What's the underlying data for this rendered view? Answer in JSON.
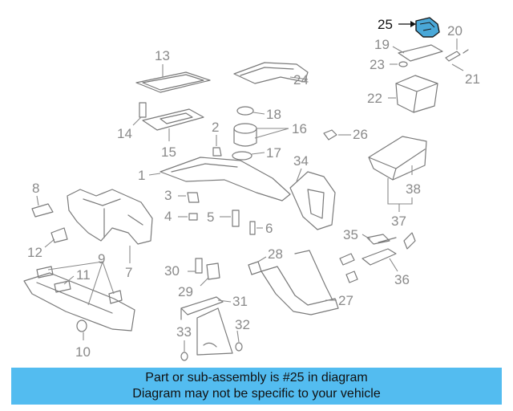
{
  "diagram": {
    "highlight_color": "#53bcf0",
    "part_highlight_color": "#4aa8d8",
    "callouts": {
      "c1": "1",
      "c2": "2",
      "c3": "3",
      "c4": "4",
      "c5": "5",
      "c6": "6",
      "c7": "7",
      "c8": "8",
      "c9": "9",
      "c10": "10",
      "c11": "11",
      "c12": "12",
      "c13": "13",
      "c14": "14",
      "c15": "15",
      "c16": "16",
      "c17": "17",
      "c18": "18",
      "c19": "19",
      "c20": "20",
      "c21": "21",
      "c22": "22",
      "c23": "23",
      "c24": "24",
      "c25": "25",
      "c26": "26",
      "c27": "27",
      "c28": "28",
      "c29": "29",
      "c30": "30",
      "c31": "31",
      "c32": "32",
      "c33": "33",
      "c34": "34",
      "c35": "35",
      "c36": "36",
      "c37": "37",
      "c38": "38"
    }
  },
  "banner": {
    "line1": "Part or sub-assembly is #25 in diagram",
    "line2": "Diagram may not be specific to your vehicle"
  }
}
